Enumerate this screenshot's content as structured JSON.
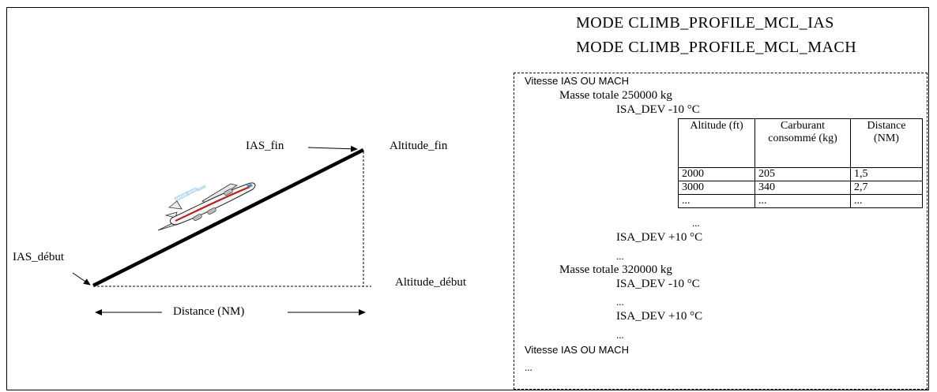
{
  "diagram": {
    "title_line_1": "MODE CLIMB_PROFILE_MCL_IAS",
    "title_line_2": "MODE CLIMB_PROFILE_MCL_MACH",
    "ias_fin": "IAS_fin",
    "altitude_fin": "Altitude_fin",
    "ias_debut": "IAS_début",
    "altitude_debut": "Altitude_début",
    "distance": "Distance (NM)"
  },
  "box": {
    "vitesse_1": "Vitesse IAS OU MACH",
    "masse_1": "Masse totale 250000 kg",
    "isa_1": "ISA_DEV -10 °C",
    "ellipsis_1": "...",
    "isa_2": "ISA_DEV +10 °C",
    "ellipsis_2": "...",
    "masse_2": "Masse totale 320000 kg",
    "isa_3": "ISA_DEV -10 °C",
    "ellipsis_3": "...",
    "isa_4": "ISA_DEV +10 °C",
    "ellipsis_4": "...",
    "vitesse_2": "Vitesse IAS OU MACH",
    "ellipsis_5": "..."
  },
  "table": {
    "headers": [
      "Altitude (ft)",
      "Carburant consommé (kg)",
      "Distance (NM)"
    ],
    "rows": [
      [
        "2000",
        "205",
        "1,5"
      ],
      [
        "3000",
        "340",
        "2,7"
      ],
      [
        "...",
        "...",
        "..."
      ]
    ]
  }
}
